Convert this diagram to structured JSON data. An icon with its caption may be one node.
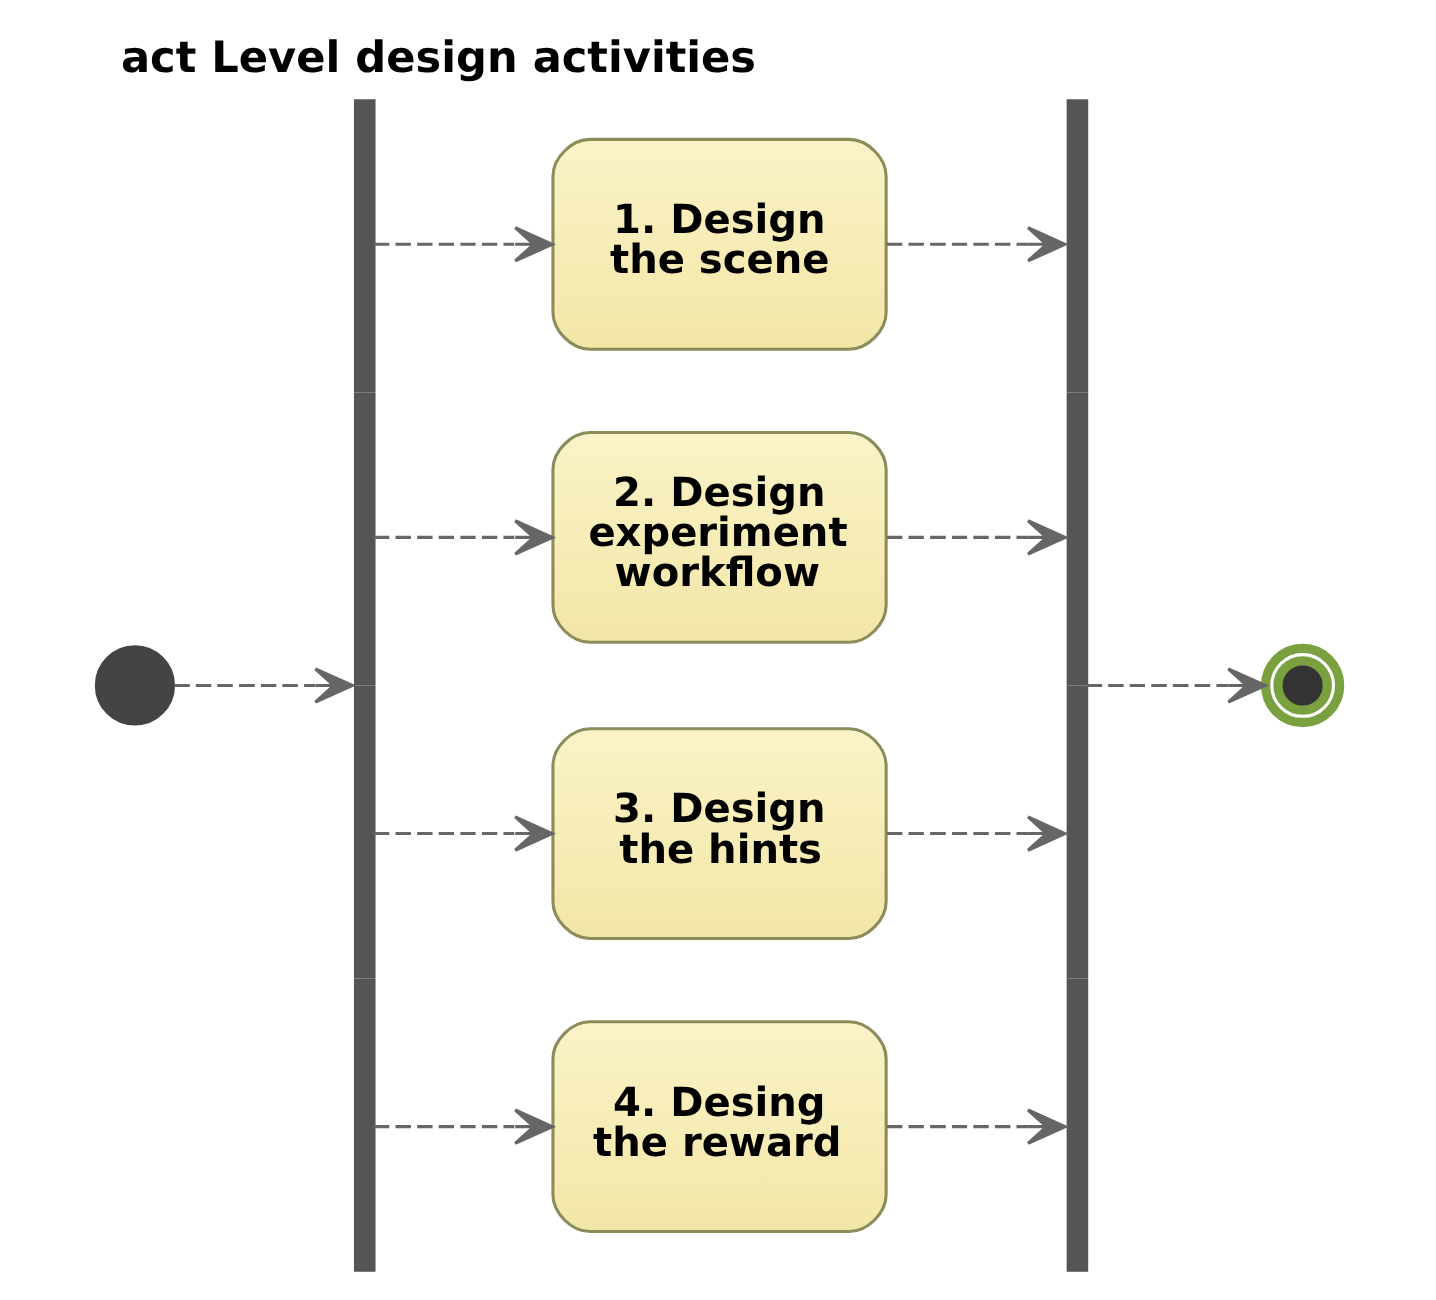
{
  "diagram": {
    "title": "act Level design activities",
    "nodes": [
      {
        "text": [],
        "shape": "circle"
      },
      {
        "text": [],
        "shape": "bar"
      },
      {
        "text": [
          "1. Design the scene"
        ]
      },
      {
        "text": [
          "2. Design experiment workflow"
        ]
      },
      {
        "text": [
          "3. Design the hints"
        ]
      },
      {
        "text": [
          "4. Desing the reward"
        ]
      },
      {
        "text": [],
        "shape": "bar"
      },
      {
        "text": [],
        "shape": "circle"
      }
    ],
    "edges": [
      {
        "from": 0,
        "to": 1,
        "arrow": "to",
        "style": "dashed"
      },
      {
        "from": 1,
        "to": 2,
        "arrow": "to",
        "style": "dashed"
      },
      {
        "from": 1,
        "to": 3,
        "arrow": "to",
        "style": "dashed"
      },
      {
        "from": 1,
        "to": 4,
        "arrow": "to",
        "style": "dashed"
      },
      {
        "from": 1,
        "to": 5,
        "arrow": "to",
        "style": "dashed"
      },
      {
        "from": 2,
        "to": 6,
        "arrow": "to",
        "style": "dashed"
      },
      {
        "from": 3,
        "to": 6,
        "arrow": "to",
        "style": "dashed"
      },
      {
        "from": 4,
        "to": 6,
        "arrow": "to",
        "style": "dashed"
      },
      {
        "from": 5,
        "to": 6,
        "arrow": "to",
        "style": "dashed"
      },
      {
        "from": 6,
        "to": 7,
        "arrow": "to",
        "style": "dashed"
      }
    ]
  }
}
